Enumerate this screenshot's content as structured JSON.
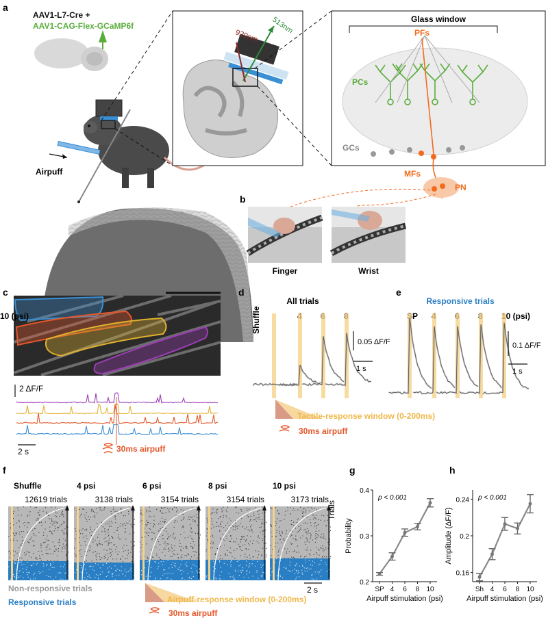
{
  "panel_a": {
    "label": "a",
    "virus_line1": "AAV1-L7-Cre +",
    "virus_line2": "AAV1-CAG-Flex-GCaMP6f",
    "airpuff": "Airpuff",
    "wavelength_emit": "513nm",
    "wavelength_excite": "920nm",
    "glass_window": "Glass window",
    "pfs": "PFs",
    "pcs": "PCs",
    "gcs": "GCs",
    "mfs": "MFs",
    "pn": "PN"
  },
  "panel_b": {
    "label": "b",
    "finger": "Finger",
    "wrist": "Wrist"
  },
  "panel_c": {
    "label": "c",
    "scale": "2 ΔF/F",
    "time": "2 s",
    "airpuff": "30ms airpuff",
    "roi_colors": [
      "#3b8fd4",
      "#e4582a",
      "#e0b12e",
      "#9b3fb5"
    ],
    "trace_colors": [
      "#9b3fb5",
      "#e0b12e",
      "#e4582a",
      "#3b8fd4"
    ]
  },
  "panel_d": {
    "label": "d",
    "title": "All trials",
    "shuffle": "Shuffle",
    "psi_labels": [
      "4",
      "6",
      "8",
      "10 (psi)"
    ],
    "scale": "0.05 ΔF/F",
    "time": "1 s",
    "window_label": "Tactile-response window (0-200ms)",
    "airpuff": "30ms airpuff"
  },
  "panel_e": {
    "label": "e",
    "title": "Responsive trials",
    "psi_labels": [
      "SP",
      "4",
      "6",
      "8",
      "10 (psi)"
    ],
    "scale": "0.1 ΔF/F",
    "time": "1 s"
  },
  "panel_f": {
    "label": "f",
    "conditions": [
      {
        "name": "Shuffle",
        "trials": "12619 trials"
      },
      {
        "name": "4 psi",
        "trials": "3138 trials"
      },
      {
        "name": "6 psi",
        "trials": "3154 trials"
      },
      {
        "name": "8 psi",
        "trials": "3154 trials"
      },
      {
        "name": "10 psi",
        "trials": "3173 trials"
      }
    ],
    "axis": "Trials",
    "time": "2 s",
    "nonresponsive": "Non-responsive trials",
    "responsive": "Responsive trials",
    "window_label": "Airpuff-response window (0-200ms)",
    "airpuff": "30ms airpuff"
  },
  "chart_data": [
    {
      "type": "line",
      "panel": "g",
      "categories": [
        "SP",
        "4",
        "6",
        "8",
        "10"
      ],
      "values": [
        0.217,
        0.255,
        0.307,
        0.32,
        0.372
      ],
      "errors": [
        0.003,
        0.008,
        0.008,
        0.007,
        0.009
      ],
      "annotation": "p < 0.001",
      "ylabel": "Probability",
      "xlabel": "Airpuff stimulation (psi)",
      "ylim": [
        0.2,
        0.4
      ],
      "yticks": [
        "0.2",
        "0.3",
        "0.4"
      ]
    },
    {
      "type": "line",
      "panel": "h",
      "categories": [
        "Sh",
        "4",
        "6",
        "8",
        "10"
      ],
      "values": [
        0.155,
        0.18,
        0.213,
        0.208,
        0.235
      ],
      "errors": [
        0.004,
        0.006,
        0.007,
        0.006,
        0.01
      ],
      "annotation": "p < 0.001",
      "ylabel": "Amplitude (ΔF/F)",
      "xlabel": "Airpuff stimulation (psi)",
      "ylim": [
        0.15,
        0.25
      ],
      "yticks": [
        "0.16",
        "0.2",
        "0.24"
      ]
    }
  ]
}
